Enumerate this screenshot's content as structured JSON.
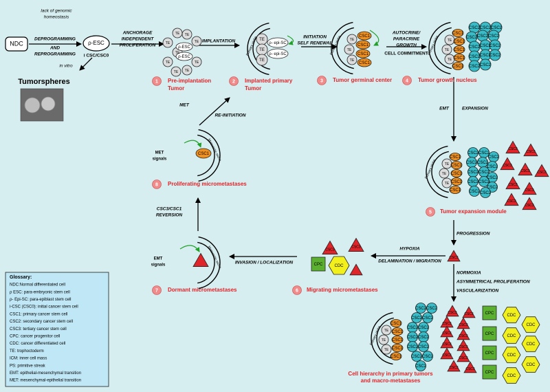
{
  "colors": {
    "background": "#d7eef0",
    "csc1": "#f0901e",
    "csc2": "#38bcc8",
    "csc3": "#e0252a",
    "cpc": "#5bb030",
    "cdc": "#f2f01c",
    "step_circle": "#f08b8b",
    "step_text": "#e0252a",
    "te": "#dcdcdc",
    "glossary_box": "#bfe7f6"
  },
  "left": {
    "ndc": "NDC",
    "lack": [
      "lack of genomic",
      "homeostasis"
    ],
    "deprog": [
      "DEPROGRAMMING",
      "AND",
      "REPROGRAMMING"
    ],
    "pesc": "ρ-ESC",
    "icsc": "i CSC/CSC0",
    "invitro": "in vitro",
    "tumorspheres": "Tumorspheres",
    "anchorage": [
      "ANCHORAGE",
      "INDEPENDENT",
      "PROLIFERATION"
    ]
  },
  "top": {
    "implantation": "IMPLANTATION",
    "initiation": [
      "INITIATION",
      "SELF RENEWAL"
    ],
    "autocrine": [
      "AUTOCRINE/",
      "PARACRINE",
      "GROWTH",
      "CELL COMMITMENT"
    ]
  },
  "flow": {
    "emt": "EMT",
    "expansion": "EXPANSION",
    "progression": "PROGRESSION",
    "hypoxia": "HYPOXIA",
    "delamination": "DELAMINATION / MIGRATION",
    "normoxia": "NORMOXIA",
    "asym": "ASYMMETRICAL PROLIFERATION",
    "vasc": "VASCULARIZATION",
    "invasion": "INVASION / LOCALIZATION",
    "reversion": [
      "CSC3/CSC1",
      "REVERSION"
    ],
    "met": "MET",
    "reinit": "RE-INITIATION",
    "met_signals": [
      "MET",
      "signals"
    ],
    "emt_signals": [
      "EMT",
      "signals"
    ]
  },
  "cell_labels": {
    "te": "TE",
    "pesc": "ρ-ESC",
    "pepisc": "ρ- epi-SC",
    "csc1": "CSC1",
    "csc2": "CSC2",
    "csc3": "CSC3",
    "cpc": "CPC",
    "cdc": "CDC",
    "primary_niche": "Primary niche",
    "metastatic_niche": "Metastatic niche"
  },
  "steps": [
    {
      "num": "1",
      "label": [
        "Pre-implantation",
        "Tumor"
      ]
    },
    {
      "num": "2",
      "label": [
        "Implanted primary",
        "Tumor"
      ]
    },
    {
      "num": "3",
      "label": [
        "Tumor germinal center"
      ]
    },
    {
      "num": "4",
      "label": [
        "Tumor growth nucleus"
      ]
    },
    {
      "num": "5",
      "label": [
        "Tumor expansion module"
      ]
    },
    {
      "num": "6",
      "label": [
        "Migrating micrometastases"
      ]
    },
    {
      "num": "7",
      "label": [
        "Dormant micrometastases"
      ]
    },
    {
      "num": "8",
      "label": [
        "Proliferating micrometastases"
      ]
    }
  ],
  "final": [
    "Cell hierarchy in primary tumors",
    "and macro-metastases"
  ],
  "glossary": {
    "title": "Glossary:",
    "items": [
      "NDC:Normal differentiated cell",
      "ρ ESC: para-embryonic stem cell",
      "ρ- Epi-SC: para-epiblast stem cell",
      "i-CSC (CSC0): initial cancer stem cell",
      "CSC1: primary cancer stem cell",
      "CSC2: secondary cancer stem cell",
      "CSC3: tertiary cancer stem cell",
      "CPC: cancer progenitor cell",
      "CDC: cancer differentiated cell",
      "TE: trophoctoderm",
      "ICM: inner cell mass",
      "PS: primitive streak",
      "EMT: epithelial-mesenchymal transition",
      "MET: mesenchymal-epithelial transition"
    ]
  }
}
